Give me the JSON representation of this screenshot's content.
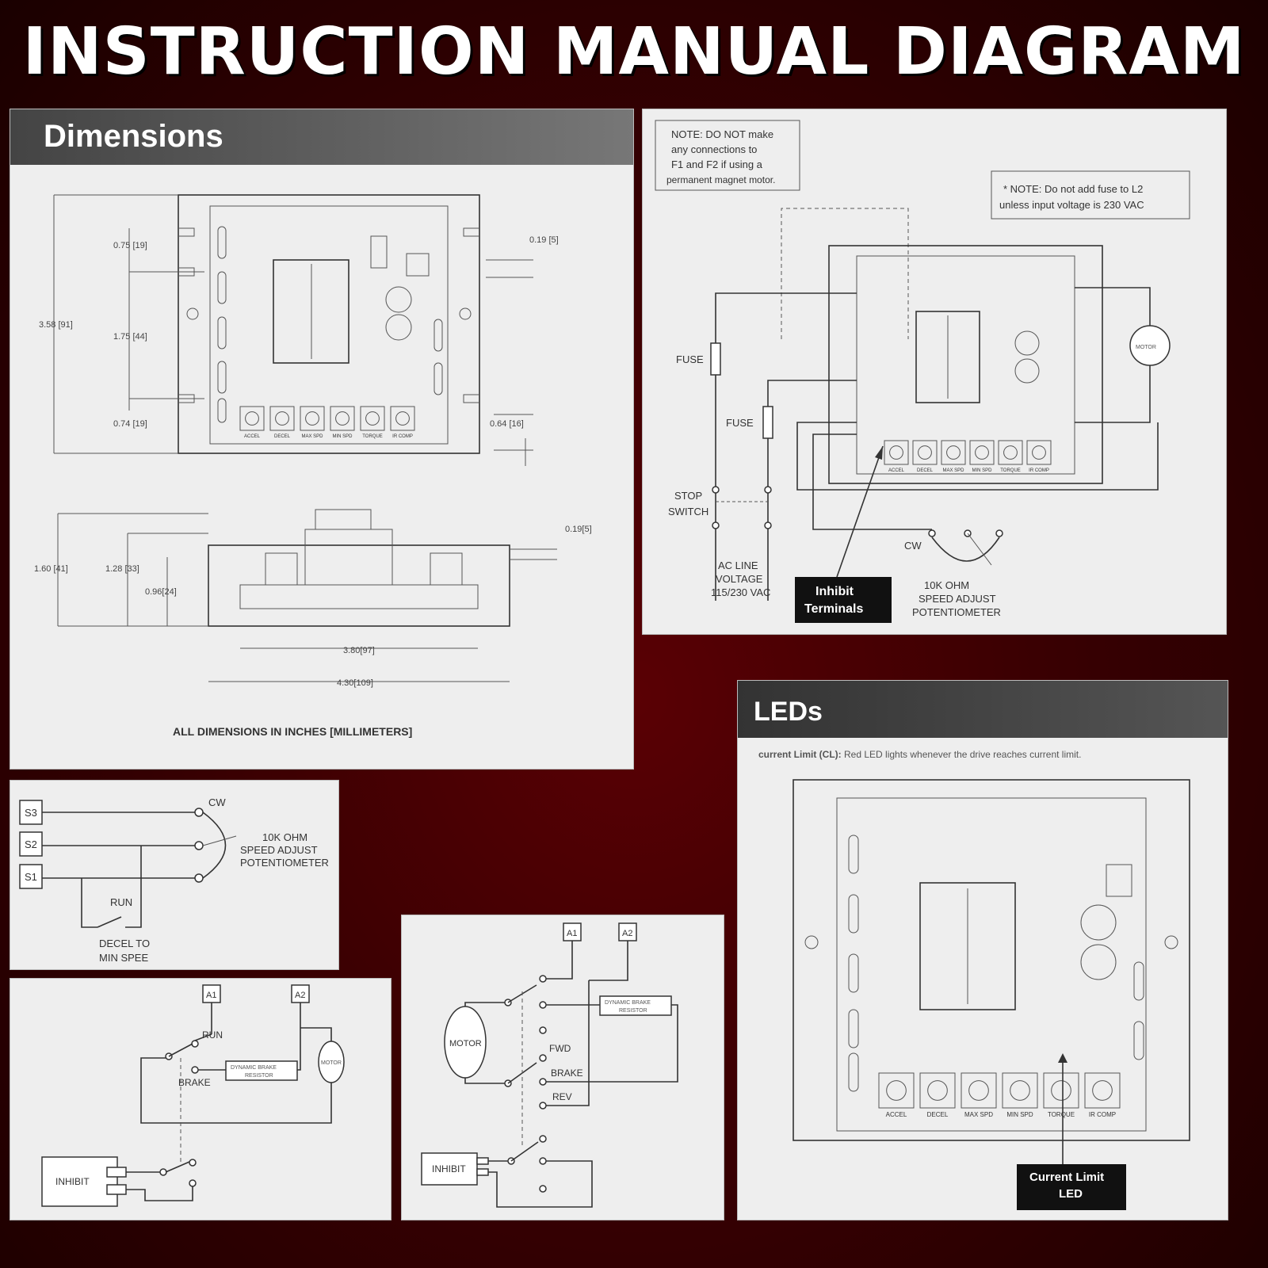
{
  "title": "INSTRUCTION MANUAL DIAGRAM",
  "dimensions": {
    "heading": "Dimensions",
    "labels": [
      "0.75 [19]",
      "3.58 [91]",
      "1.75 [44]",
      "0.74 [19]",
      "0.19 [5]",
      "0.64 [16]",
      "1.60 [41]",
      "1.28 [33]",
      "0.96[24]",
      "0.19[5]",
      "3.80[97]",
      "4.30[109]"
    ],
    "footer": "ALL DIMENSIONS IN INCHES [MILLIMETERS]",
    "pots": [
      "ACCEL",
      "DECEL",
      "MAX SPD",
      "MIN SPD",
      "TORQUE",
      "IR COMP"
    ]
  },
  "wiring": {
    "note1": [
      "NOTE: DO NOT make",
      "any connections to",
      "F1 and F2 if using a",
      "permanent magnet motor."
    ],
    "note2": [
      "* NOTE: Do not add fuse to L2",
      "unless input voltage is 230 VAC"
    ],
    "fuse": "FUSE",
    "stop_switch": [
      "STOP",
      "SWITCH"
    ],
    "ac_line": [
      "AC LINE",
      "VOLTAGE",
      "115/230 VAC"
    ],
    "inhibit_terminals": [
      "Inhibit",
      "Terminals"
    ],
    "cw": "CW",
    "pot": [
      "10K OHM",
      "SPEED ADJUST",
      "POTENTIOMETER"
    ],
    "motor": "MOTOR"
  },
  "leds": {
    "heading": "LEDs",
    "desc_bold": "current Limit (CL):",
    "desc": " Red LED lights whenever the drive reaches current limit.",
    "callout": [
      "Current Limit",
      "LED"
    ],
    "pots": [
      "ACCEL",
      "DECEL",
      "MAX SPD",
      "MIN SPD",
      "TORQUE",
      "IR COMP"
    ]
  },
  "pot_diagram": {
    "terminals": [
      "S3",
      "S2",
      "S1"
    ],
    "cw": "CW",
    "pot": [
      "10K OHM",
      "SPEED ADJUST",
      "POTENTIOMETER"
    ],
    "run": "RUN",
    "decel": [
      "DECEL TO",
      "MIN SPEE"
    ]
  },
  "brake_diagram": {
    "a1": "A1",
    "a2": "A2",
    "run": "RUN",
    "brake": "BRAKE",
    "resistor": [
      "DYNAMIC BRAKE",
      "RESISTOR"
    ],
    "motor": "MOTOR",
    "inhibit": "INHIBIT"
  },
  "reversing_diagram": {
    "a1": "A1",
    "a2": "A2",
    "motor": "MOTOR",
    "resistor": [
      "DYNAMIC BRAKE",
      "RESISTOR"
    ],
    "fwd": "FWD",
    "brake": "BRAKE",
    "rev": "REV",
    "inhibit": "INHIBIT"
  }
}
